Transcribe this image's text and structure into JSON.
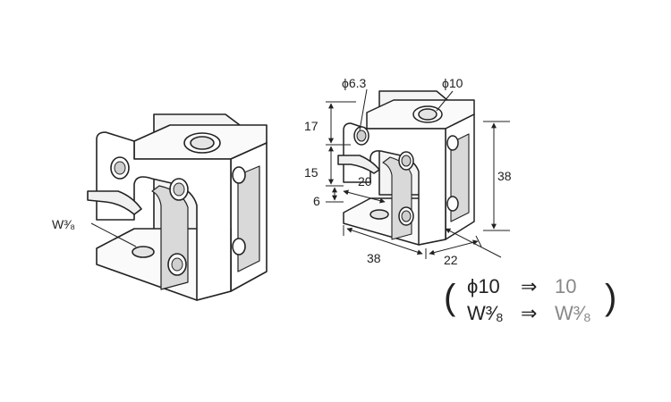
{
  "left_view": {
    "thread_label": "W³⁄₈"
  },
  "right_view": {
    "hole_small_label": "ϕ6.3",
    "hole_large_label": "ϕ10",
    "dim_17": "17",
    "dim_15": "15",
    "dim_6": "6",
    "dim_20": "20",
    "dim_38_height": "38",
    "dim_38_width": "38",
    "dim_22": "22"
  },
  "conversion_note": {
    "open_paren": "(",
    "close_paren": ")",
    "line1_from": "ϕ10",
    "line1_arrow": "⇒",
    "line1_to": "10",
    "line2_from": "W³⁄₈",
    "line2_arrow": "⇒",
    "line2_to": "W³⁄₈"
  },
  "colors": {
    "line": "#222222",
    "fill": "#ffffff",
    "shade": "#d9d9d9",
    "muted_text": "#888888"
  }
}
